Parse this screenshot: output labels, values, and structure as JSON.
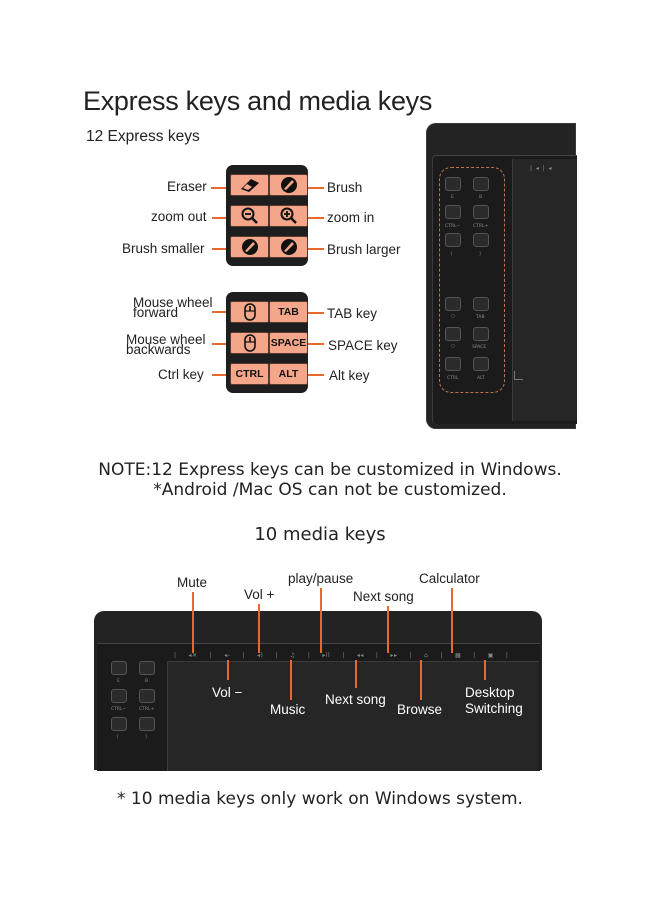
{
  "title": "Express keys and media keys",
  "subtitle": "12 Express keys",
  "express_keys": {
    "left_labels": [
      "Eraser",
      "zoom out",
      "Brush smaller"
    ],
    "right_labels": [
      "Brush",
      "zoom in",
      "Brush larger"
    ],
    "left_labels_2": [
      [
        "Mouse wheel",
        "forward"
      ],
      [
        "Mouse wheel",
        "backwards"
      ],
      [
        "Ctrl key"
      ]
    ],
    "right_labels_2": [
      "TAB key",
      "SPACE  key",
      "Alt key"
    ],
    "key_texts": {
      "tab": "TAB",
      "space": "SPACE",
      "ctrl": "CTRL",
      "alt": "ALT"
    }
  },
  "tablet_key_labels": {
    "row1": [
      "E",
      "B"
    ],
    "row2": [
      "CTRL−",
      "CTRL+"
    ],
    "row3": [
      "[",
      "]"
    ],
    "row4": [
      "",
      "TAB"
    ],
    "row5": [
      "",
      "SPACE"
    ],
    "row6": [
      "CTRL",
      "ALT"
    ]
  },
  "notes": {
    "line1": "NOTE:12 Express keys can be customized in Windows.",
    "line2": "*Android /Mac OS can not be customized."
  },
  "media_title": "10 media keys",
  "media_labels_top": [
    "Mute",
    "Vol +",
    "play/pause",
    "Next song",
    "Calculator"
  ],
  "media_labels_bottom": [
    "Vol −",
    "Music",
    "Next song",
    "Browse",
    "Desktop",
    "Switching"
  ],
  "footnote": "* 10 media keys only work on Windows system.",
  "colors": {
    "accent": "#e8692e",
    "key_fill": "#f4a68a",
    "panel": "#1e1e1e",
    "tablet": "#222222"
  }
}
